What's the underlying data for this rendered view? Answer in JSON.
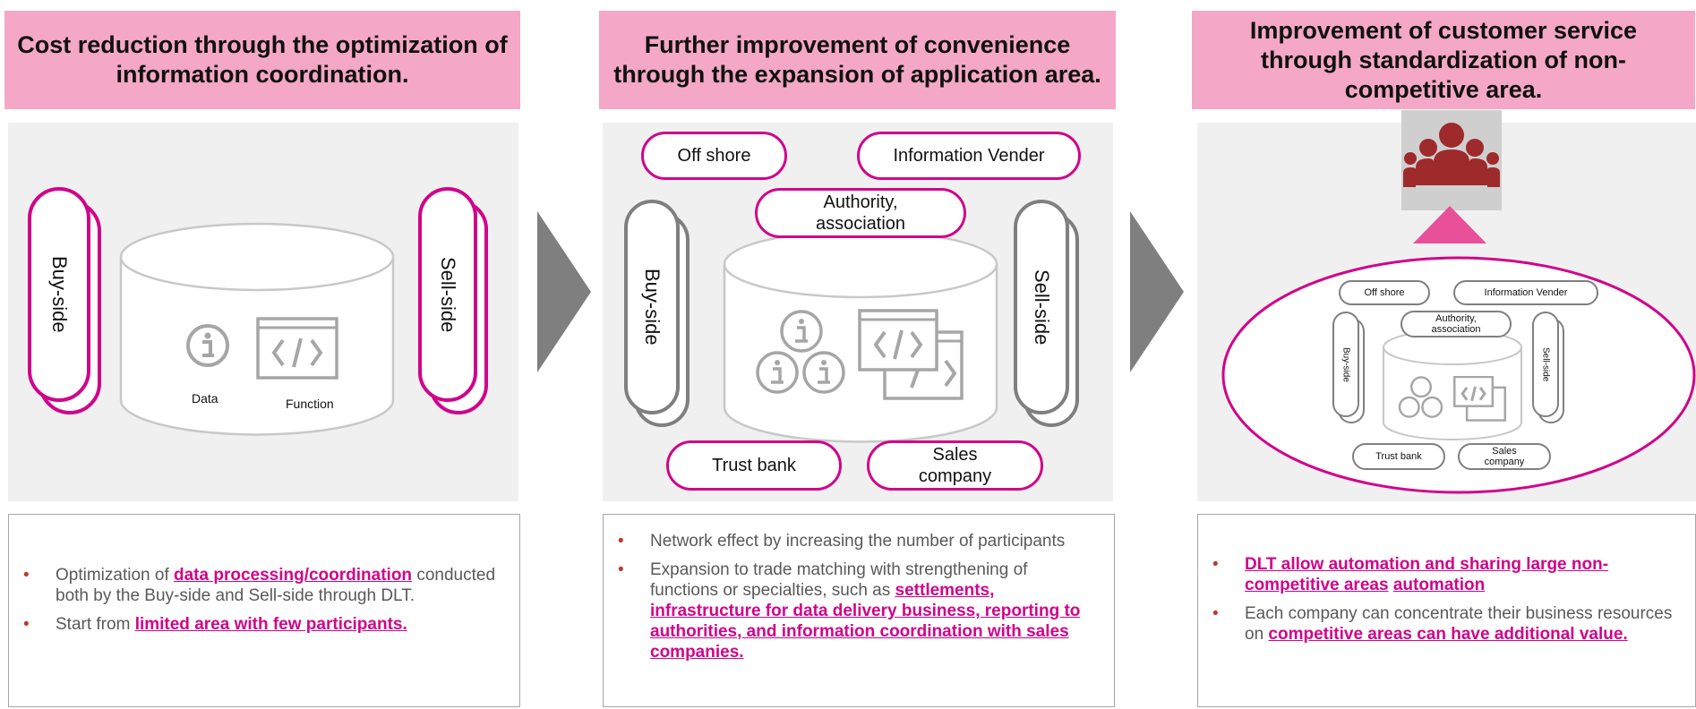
{
  "columns": [
    {
      "header": "Cost reduction through the optimization of information coordination.",
      "buy_side": "Buy-side",
      "sell_side": "Sell-side",
      "data_label": "Data",
      "function_label": "Function",
      "bullets": [
        {
          "pre": "Optimization of ",
          "hl": "data processing/coordination",
          "post": " conducted both by the Buy-side and Sell-side through DLT."
        },
        {
          "pre": "Start from ",
          "hl": "limited area with few participants.",
          "post": ""
        }
      ]
    },
    {
      "header": "Further improvement of convenience through the expansion of application area.",
      "buy_side": "Buy-side",
      "sell_side": "Sell-side",
      "off_shore": "Off shore",
      "info_vender": "Information Vender",
      "authority": "Authority, association",
      "trust_bank": "Trust bank",
      "sales_company": "Sales company",
      "bullets": [
        {
          "pre": "Network effect by increasing the number of participants",
          "hl": "",
          "post": ""
        },
        {
          "pre": "Expansion to trade matching with strengthening of functions or specialties, such as ",
          "hl": "settlements, infrastructure for data delivery business, reporting to authorities, and information coordination with sales companies.",
          "post": ""
        }
      ]
    },
    {
      "header": "Improvement of customer service through standardization of non-competitive area.",
      "buy_side": "Buy-side",
      "sell_side": "Sell-side",
      "off_shore": "Off shore",
      "info_vender": "Information Vender",
      "authority": "Authority, association",
      "trust_bank": "Trust bank",
      "sales_company": "Sales company",
      "bullets": [
        {
          "hl": "DLT allow automation and sharing large non-competitive areas",
          "mid": " ",
          "hl2": "automation"
        },
        {
          "pre": "Each company can concentrate their business resources on ",
          "hl": "competitive areas can have additional value.",
          "post": ""
        }
      ]
    }
  ],
  "icons": [
    "info-icon",
    "code-window-icon",
    "people-group-icon",
    "right-arrow-icon",
    "up-triangle-icon"
  ],
  "colors": {
    "header_bg": "#f4a7c6",
    "accent": "#d0048a",
    "arrow": "#7f7f7f",
    "panel_bg": "#f0f0f0"
  }
}
